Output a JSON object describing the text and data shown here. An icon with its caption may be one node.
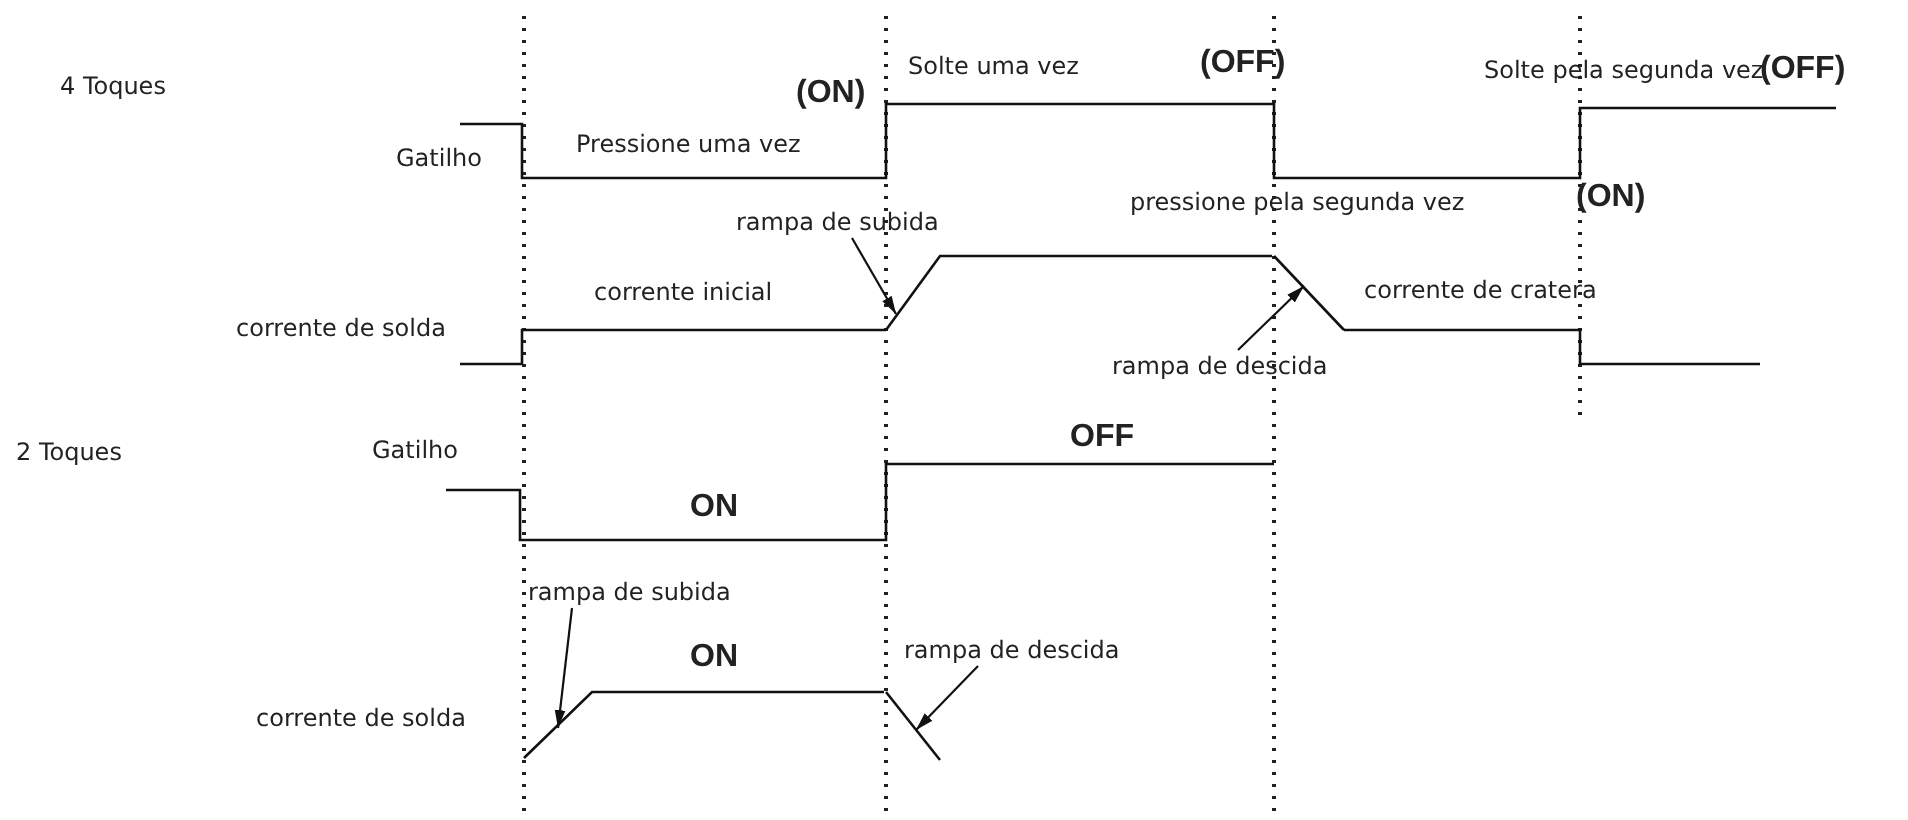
{
  "diagram": {
    "nodes": [
      {
        "text": [
          "rampa de subida"
        ]
      },
      {
        "text": [
          "rampa de descida"
        ]
      },
      {
        "text": [
          "rampa de subida"
        ]
      },
      {
        "text": [
          "rampa de descida"
        ]
      },
      {
        "text": [],
        "shape": "line"
      },
      {
        "text": [],
        "shape": "line"
      },
      {
        "text": [],
        "shape": "line"
      },
      {
        "text": [],
        "shape": "line"
      }
    ],
    "edges": [
      {
        "from": 0,
        "to": 4,
        "arrow": "to"
      },
      {
        "from": 1,
        "to": 5,
        "arrow": "to"
      },
      {
        "from": 2,
        "to": 6,
        "arrow": "to"
      },
      {
        "from": 3,
        "to": 7,
        "arrow": "to"
      }
    ],
    "labels": [
      "4 Toques",
      "(ON)",
      "Solte uma vez",
      "(OFF)",
      "Solte pela segunda vez",
      "(OFF)",
      "Gatilho",
      "Pressione uma vez",
      "pressione pela segunda vez",
      "(ON)",
      "corrente inicial",
      "corrente de cratera",
      "corrente de solda",
      "2 Toques",
      "Gatilho",
      "OFF",
      "ON",
      "ON",
      "corrente de solda"
    ]
  }
}
